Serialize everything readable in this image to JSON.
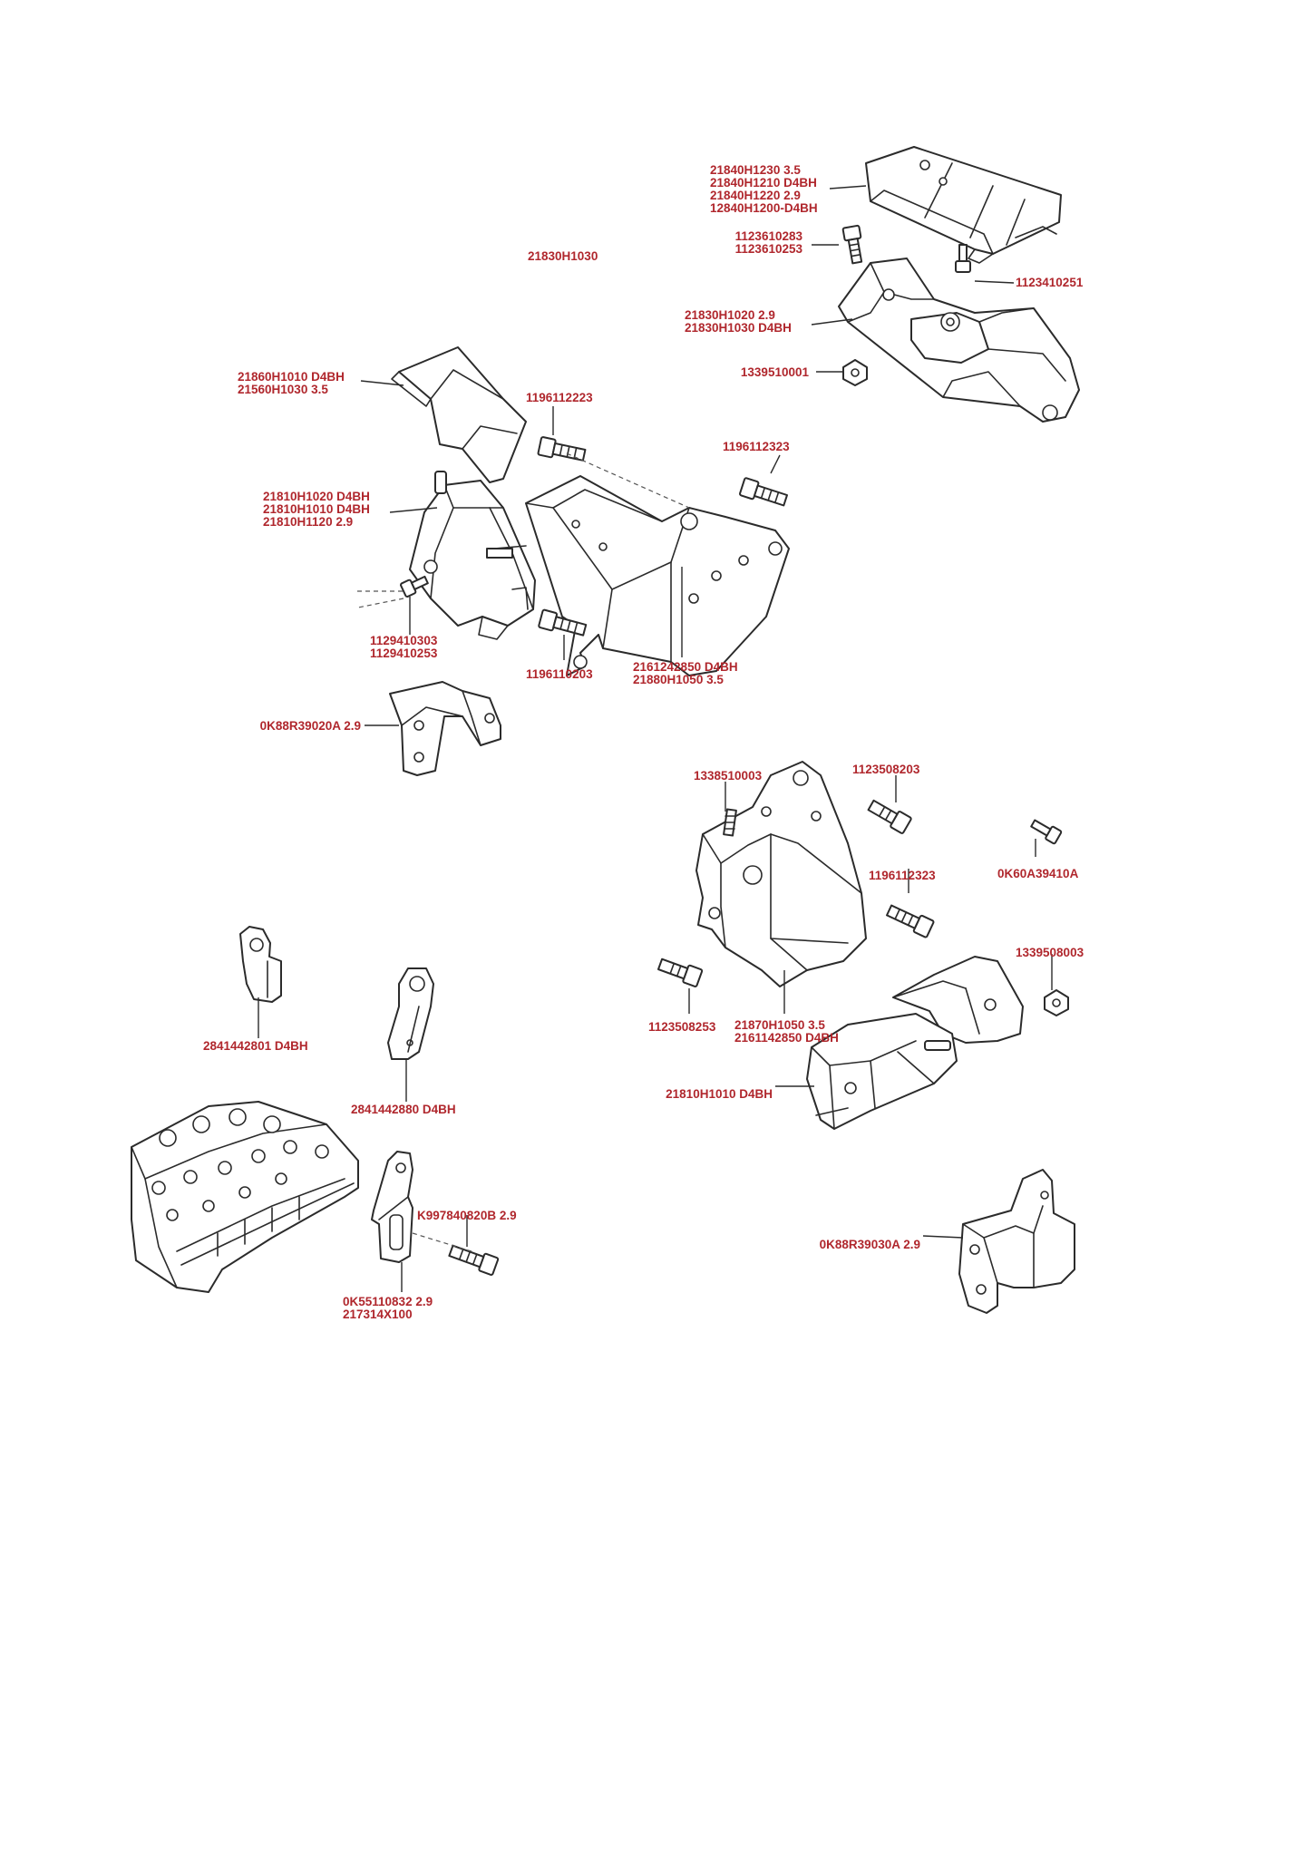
{
  "colors": {
    "label": "#b0272d",
    "line": "#2b2b2b",
    "background": "#ffffff"
  },
  "labels": {
    "upper_mount_a": "21840H1230 3.5",
    "upper_mount_b": "21840H1210 D4BH",
    "upper_mount_c": "21840H1220 2.9",
    "upper_mount_d": "12840H1200-D4BH",
    "bolt_1123610283": "1123610283",
    "bolt_1123610253": "1123610253",
    "bolt_1123410251": "1123410251",
    "top_21830h1030": "21830H1030",
    "bracket_21830h1020": "21830H1020 2.9",
    "bracket_21830h1030": "21830H1030 D4BH",
    "nut_1339510001": "1339510001",
    "shield_a": "21860H1010 D4BH",
    "shield_b": "21560H1030 3.5",
    "bolt_1196112223": "1196112223",
    "bolt_1196112323_top": "1196112323",
    "insulator_a": "21810H1020 D4BH",
    "insulator_b": "21810H1010 D4BH",
    "insulator_c": "21810H1120 2.9",
    "bolt_1129410303": "1129410303",
    "bolt_1129410253": "1129410253",
    "bolt_1196110203": "1196110203",
    "engine_bracket_a": "2161242850 D4BH",
    "engine_bracket_b": "21880H1050 3.5",
    "bracket_0k88r39020a": "0K88R39020A 2.9",
    "stud_1338510003": "1338510003",
    "bolt_1123508203": "1123508203",
    "bolt_0k60a39410a": "0K60A39410A",
    "bolt_1196112323_mid": "1196112323",
    "nut_1339508003": "1339508003",
    "bolt_1123508253": "1123508253",
    "bracket_21870h1050": "21870H1050 3.5",
    "bracket_2161142850": "2161142850 D4BH",
    "insulator_21810h1010": "21810H1010 D4BH",
    "bracket_0k88r39030a": "0K88R39030A 2.9",
    "hook_2841442801": "2841442801 D4BH",
    "hook_2841442880": "2841442880 D4BH",
    "bolt_k997840820b": "K997840820B 2.9",
    "hook_0k55110832": "0K55110832 2.9",
    "hook_217314x100": "217314X100"
  },
  "icons": [
    "engine-mount-insulator",
    "mount-bracket",
    "flange-bolt",
    "hex-nut",
    "stud",
    "heat-shield",
    "engine-hanger",
    "cylinder-head"
  ]
}
